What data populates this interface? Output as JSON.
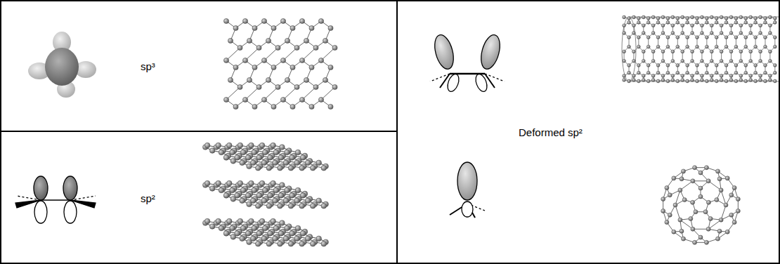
{
  "diagram": {
    "nodes": [
      {
        "text": [
          "sp³"
        ]
      },
      {
        "text": [
          "sp²"
        ]
      },
      {
        "text": [
          "Deformed sp²"
        ]
      }
    ]
  }
}
